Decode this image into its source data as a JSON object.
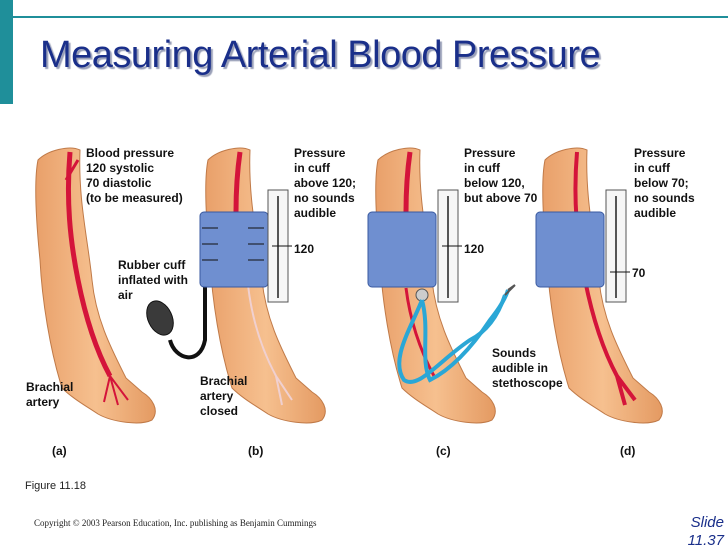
{
  "title": "Measuring Arterial Blood Pressure",
  "colors": {
    "accent": "#1f8f9a",
    "title": "#1a2f8a",
    "skin": "#f2b27c",
    "artery": "#d4143a",
    "cuff": "#6f8fd0",
    "stethoscope": "#2aa7d6"
  },
  "panels": {
    "a": {
      "label": "(a)",
      "bp_text": "Blood pressure\n120 systolic\n70 diastolic\n(to be measured)",
      "cuff_text": "Rubber cuff\ninflated with\nair",
      "artery_text": "Brachial\nartery"
    },
    "b": {
      "label": "(b)",
      "pressure_text": "Pressure\nin cuff\nabove 120;\nno sounds\naudible",
      "gauge_value": "120",
      "artery_text": "Brachial\nartery\nclosed"
    },
    "c": {
      "label": "(c)",
      "pressure_text": "Pressure\nin cuff\nbelow 120,\nbut above 70",
      "gauge_value": "120",
      "sounds_text": "Sounds\naudible in\nstethoscope"
    },
    "d": {
      "label": "(d)",
      "pressure_text": "Pressure\nin cuff\nbelow 70;\nno sounds\naudible",
      "gauge_value": "70"
    }
  },
  "figure_caption": "Figure 11.18",
  "copyright": "Copyright © 2003 Pearson Education, Inc. publishing as Benjamin Cummings",
  "slide_number": "Slide\n11.37"
}
